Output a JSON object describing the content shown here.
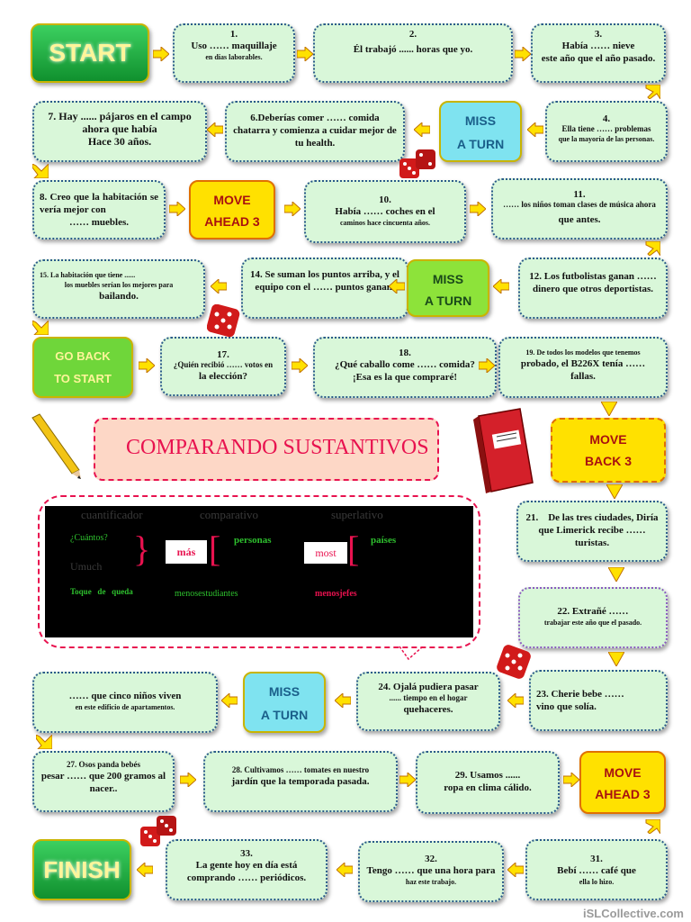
{
  "specials": {
    "start": "START",
    "miss_a": "MISS",
    "miss_b": "A TURN",
    "move_a": "MOVE",
    "ahead3": "AHEAD 3",
    "go_back_a": "GO BACK",
    "go_back_b": "TO START",
    "back3": "BACK 3",
    "finish": "FINISH"
  },
  "cells": {
    "c1": {
      "n": "1.",
      "a": "Uso …… maquillaje",
      "b": "en días laborables."
    },
    "c2": {
      "n": "2.",
      "a": "Él trabajó ...... horas que yo."
    },
    "c3": {
      "n": "3.",
      "a": "Había …… nieve",
      "b": "este año que el año pasado."
    },
    "c4": {
      "n": "4.",
      "a": "Ella tiene …… problemas",
      "b": "que la mayoría de las personas."
    },
    "c6": {
      "a": "6.Deberías comer …… comida chatarra y comienza a cuidar mejor de tu health."
    },
    "c7": {
      "a": "7. Hay ...... pájaros en el campo ahora que había",
      "b": "Hace 30 años."
    },
    "c8": {
      "a": "8. Creo que la habitación se vería mejor con",
      "b": "…… muebles."
    },
    "c10": {
      "n": "10.",
      "a": "Había …… coches en el",
      "b": "caminos hace cincuenta años."
    },
    "c11": {
      "n": "11.",
      "a": "…… los niños toman clases de música ahora",
      "b": "que antes."
    },
    "c12": {
      "a": "12. Los futbolistas ganan …… dinero que otros deportistas."
    },
    "c14": {
      "a": "14. Se suman los puntos arriba, y el equipo con el …… puntos ganan."
    },
    "c15": {
      "a": "15. La habitación que tiene ......",
      "b": "los muebles serían los mejores para",
      "c": "bailando."
    },
    "c17": {
      "n": "17.",
      "a": "¿Quién recibió …… votos en",
      "b": "la elección?"
    },
    "c18": {
      "n": "18.",
      "a": "¿Qué caballo come …… comida?",
      "b": "¡Esa es la que compraré!"
    },
    "c19": {
      "a": "19. De todos los modelos que tenemos",
      "b": "probado, el B226X tenía ……",
      "c": "fallas."
    },
    "c21": {
      "a": "21.    De las tres ciudades, Diría que Limerick recibe …… turistas."
    },
    "c22": {
      "a": "22. Extrañé ……",
      "b": "trabajar este año que el pasado."
    },
    "c23": {
      "a": "23. Cherie bebe ……",
      "b": "vino que solía."
    },
    "c24": {
      "a": "24. Ojalá pudiera pasar",
      "b": "...... tiempo en el hogar",
      "c": "quehaceres."
    },
    "c25": {
      "a": "…… que cinco niños viven",
      "b": "en este edificio de apartamentos."
    },
    "c27": {
      "a": "27. Osos panda bebés",
      "b": "pesar …… que 200 gramos al nacer.."
    },
    "c28": {
      "a": "28. Cultivamos …… tomates en nuestro",
      "b": "jardín que la temporada pasada."
    },
    "c29": {
      "a": "29. Usamos ......",
      "b": "ropa en clima cálido."
    },
    "c31": {
      "n": "31.",
      "a": "Bebí …… café que",
      "b": "ella lo hizo."
    },
    "c32": {
      "n": "32.",
      "a": "Tengo …… que una hora para",
      "b": "haz este trabajo."
    },
    "c33": {
      "n": "33.",
      "a": "La gente hoy en día está comprando …… periódicos."
    }
  },
  "title": "COMPARANDO SUSTANTIVOS",
  "legend": {
    "headers": [
      "cuantificador",
      "comparativo",
      "superlativo"
    ],
    "q1": "¿Cuántos?",
    "q2": "Umuch",
    "q3": "Toque   de   queda",
    "mas": "más",
    "personas": "personas",
    "most": "most",
    "paises": "países",
    "menos_est": "menosestudiantes",
    "menos_jefes": "menosjefes"
  },
  "footer": "iSLCollective.com",
  "colors": {
    "cell": "#d9f7d9",
    "start": "#1fa84a",
    "miss": "#7fe3f0",
    "move": "#ffe100",
    "go_back": "#8de33a",
    "finish": "#1fa84a",
    "title": "#e8124f"
  }
}
